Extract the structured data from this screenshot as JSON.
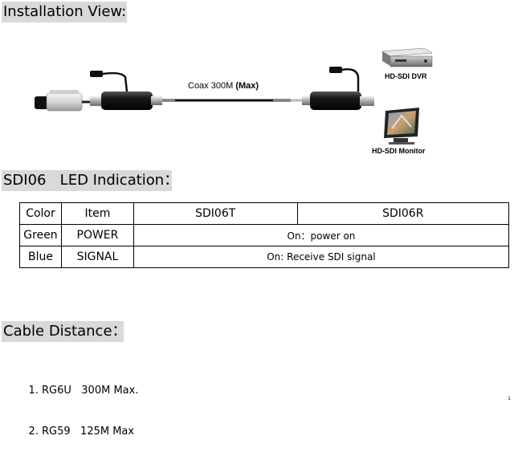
{
  "installation": {
    "heading": "Installation View:",
    "coax_label": "Coax 300M",
    "coax_max": "(Max)",
    "dvr_label": "HD-SDI DVR",
    "monitor_label": "HD-SDI Monitor",
    "icons": [
      "camera-icon",
      "transmitter-icon",
      "receiver-icon",
      "dvr-icon",
      "monitor-icon"
    ]
  },
  "led": {
    "heading": "SDI06   LED Indication：",
    "columns": {
      "color": "Color",
      "item": "Item",
      "tx": "SDI06T",
      "rx": "SDI06R"
    },
    "rows": [
      {
        "color": "Green",
        "item": "POWER",
        "desc": "On：power on"
      },
      {
        "color": "Blue",
        "item": "SIGNAL",
        "desc": "On: Receive SDI signal"
      }
    ]
  },
  "cable": {
    "heading": "Cable Distance：",
    "items": [
      "RG6U   300M Max.",
      "RG59   125M Max"
    ]
  },
  "page_number": "1"
}
